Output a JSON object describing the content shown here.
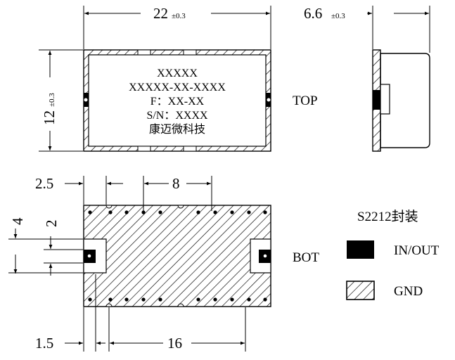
{
  "top_view": {
    "width_dim": "22",
    "width_tol": "±0.3",
    "height_dim": "12",
    "height_tol": "±0.3",
    "marking": [
      "XXXXX",
      "XXXXX-XX-XXXX",
      "F：XX-XX",
      "S/N：XXXX",
      "康迈微科技"
    ],
    "label": "TOP"
  },
  "side_view": {
    "thickness_dim": "6.6",
    "thickness_tol": "±0.3"
  },
  "bottom_view": {
    "dim_edge_to_pad": "2.5",
    "dim_pitch": "8",
    "dim_pad_outer": "4",
    "dim_pad_inner": "2",
    "dim_bottom_edge": "1.5",
    "dim_bottom_span": "16",
    "label": "BOT"
  },
  "legend": {
    "title": "S2212封装",
    "items": [
      {
        "label": "IN/OUT",
        "swatch": "solid-black"
      },
      {
        "label": "GND",
        "swatch": "hatched"
      }
    ]
  }
}
